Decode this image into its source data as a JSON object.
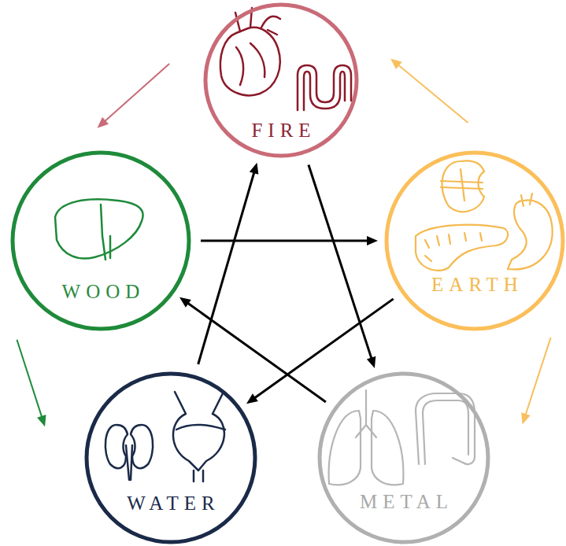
{
  "diagram": {
    "nodes": [
      {
        "text": [
          "FIRE"
        ]
      },
      {
        "text": [
          "WOOD"
        ]
      },
      {
        "text": [
          "EARTH"
        ]
      },
      {
        "text": [
          "WATER"
        ]
      },
      {
        "text": [
          "METAL"
        ]
      }
    ],
    "edges": [
      {
        "from": 2,
        "to": 0,
        "arrow": "to"
      },
      {
        "from": 0,
        "to": 1,
        "arrow": "to"
      },
      {
        "from": 1,
        "to": 3,
        "arrow": "to"
      },
      {
        "from": 2,
        "to": 4,
        "arrow": "to"
      },
      {
        "from": 1,
        "to": 2,
        "arrow": "to"
      },
      {
        "from": 2,
        "to": 3,
        "arrow": "to"
      },
      {
        "from": 3,
        "to": 0,
        "arrow": "to"
      },
      {
        "from": 0,
        "to": 4,
        "arrow": "to"
      },
      {
        "from": 4,
        "to": 1,
        "arrow": "to"
      }
    ]
  }
}
